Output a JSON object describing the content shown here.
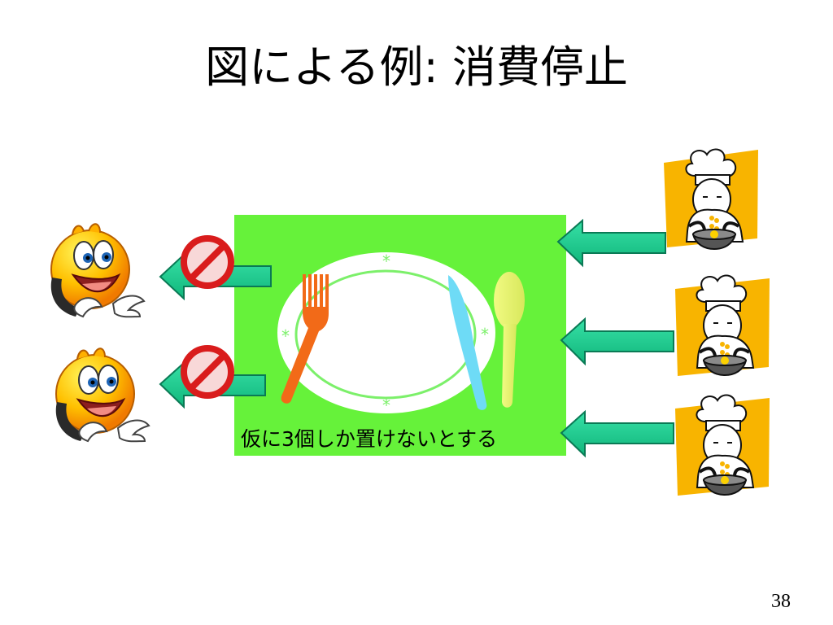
{
  "slide": {
    "title": "図による例: 消費停止",
    "caption": "仮に3個しか置けないとする",
    "page_number": "38"
  },
  "colors": {
    "green_area": "#66F23A",
    "arrow": "#18C98D",
    "arrow_stroke": "#0A7A55",
    "chef_background": "#F8B400",
    "no_sign": "#D91C1C",
    "fork": "#F26A18",
    "knife": "#6EDBF6",
    "spoon": "#E6EF6F",
    "plate_ring": "#7CF06A",
    "smiley_face": "#FFB000"
  },
  "icons": {
    "consumers": "smiley-consumer-icon",
    "producers": "chef-producer-icon",
    "stopped": "no-entry-icon",
    "table_setting": "plate-cutlery-icon"
  }
}
